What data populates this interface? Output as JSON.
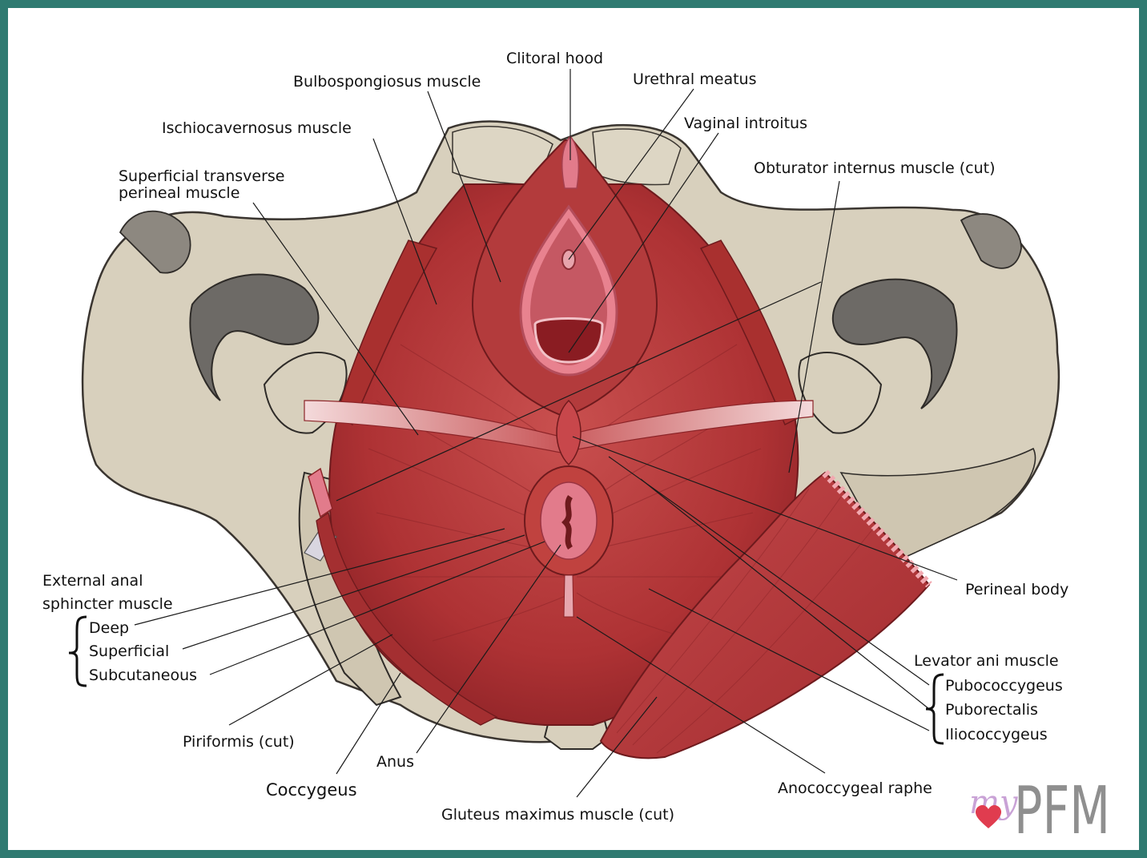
{
  "labels": {
    "clitoral_hood": "Clitoral hood",
    "bulbospongiosus": "Bulbospongiosus muscle",
    "urethral_meatus": "Urethral meatus",
    "ischiocavernosus": "Ischiocavernosus muscle",
    "vaginal_introitus": "Vaginal introitus",
    "superficial_transverse_line1": "Superficial transverse",
    "superficial_transverse_line2": "perineal muscle",
    "obturator_internus": "Obturator internus muscle (cut)",
    "external_anal_line1": "External anal",
    "external_anal_line2": "sphincter muscle",
    "deep": "Deep",
    "superficial": "Superficial",
    "subcutaneous": "Subcutaneous",
    "perineal_body": "Perineal body",
    "levator_ani": "Levator ani muscle",
    "pubococcygeus": "Pubococcygeus",
    "puborectalis": "Puborectalis",
    "iliococcygeus": "Iliococcygeus",
    "piriformis": "Piriformis (cut)",
    "anus": "Anus",
    "coccygeus": "Coccygeus",
    "anococcygeal_raphe": "Anococcygeal raphe",
    "gluteus_maximus": "Gluteus maximus muscle (cut)"
  },
  "logo": {
    "prefix": "my",
    "text": "PFM"
  },
  "colors": {
    "frame": "#2f7a71",
    "bone": "#d8d0bd",
    "muscle": "#b8393a",
    "muscle_dark": "#8e2327",
    "pink": "#e8828f"
  }
}
